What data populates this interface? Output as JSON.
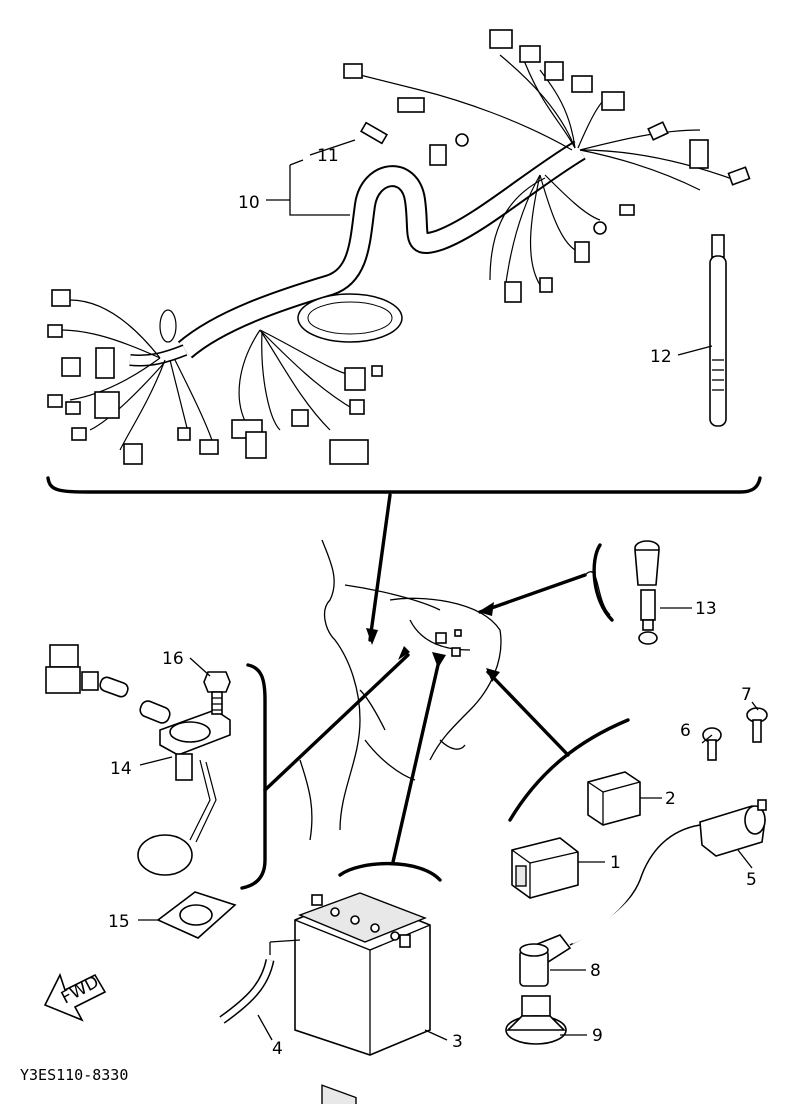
{
  "diagram": {
    "drawing_code": "Y3ES110-8330",
    "front_arrow_text": "FWD",
    "parts": [
      {
        "ref": "1"
      },
      {
        "ref": "2"
      },
      {
        "ref": "3"
      },
      {
        "ref": "4"
      },
      {
        "ref": "5"
      },
      {
        "ref": "6"
      },
      {
        "ref": "7"
      },
      {
        "ref": "8"
      },
      {
        "ref": "9"
      },
      {
        "ref": "10"
      },
      {
        "ref": "11"
      },
      {
        "ref": "12"
      },
      {
        "ref": "13"
      },
      {
        "ref": "14"
      },
      {
        "ref": "15"
      },
      {
        "ref": "16"
      }
    ]
  }
}
